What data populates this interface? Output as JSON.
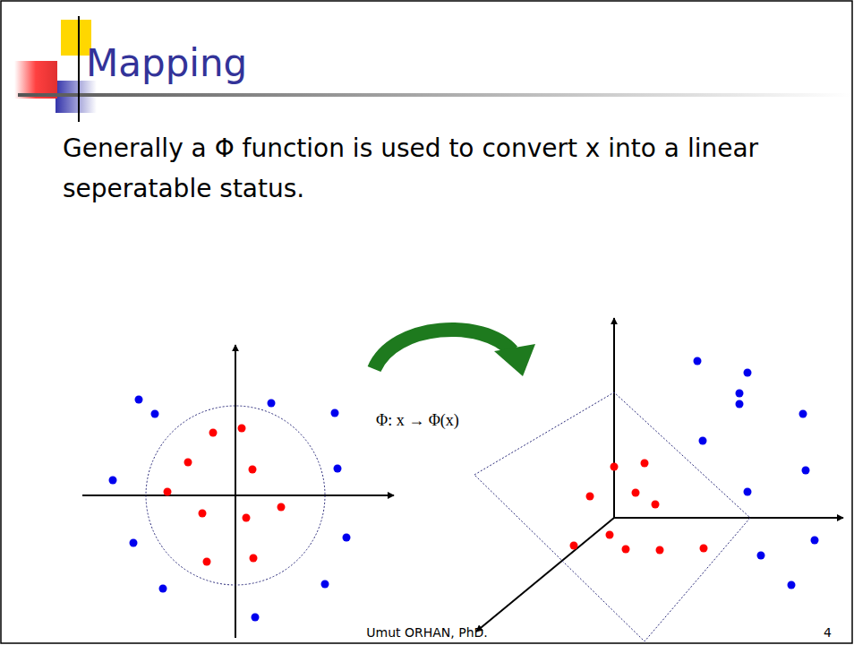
{
  "diagram": {
    "title": "Mapping",
    "labels": [
      "Generally a Φ function is used to convert x into a linear seperatable status.",
      "Φ: x → Φ(x)",
      "Umut ORHAN, PhD.",
      "4"
    ]
  }
}
